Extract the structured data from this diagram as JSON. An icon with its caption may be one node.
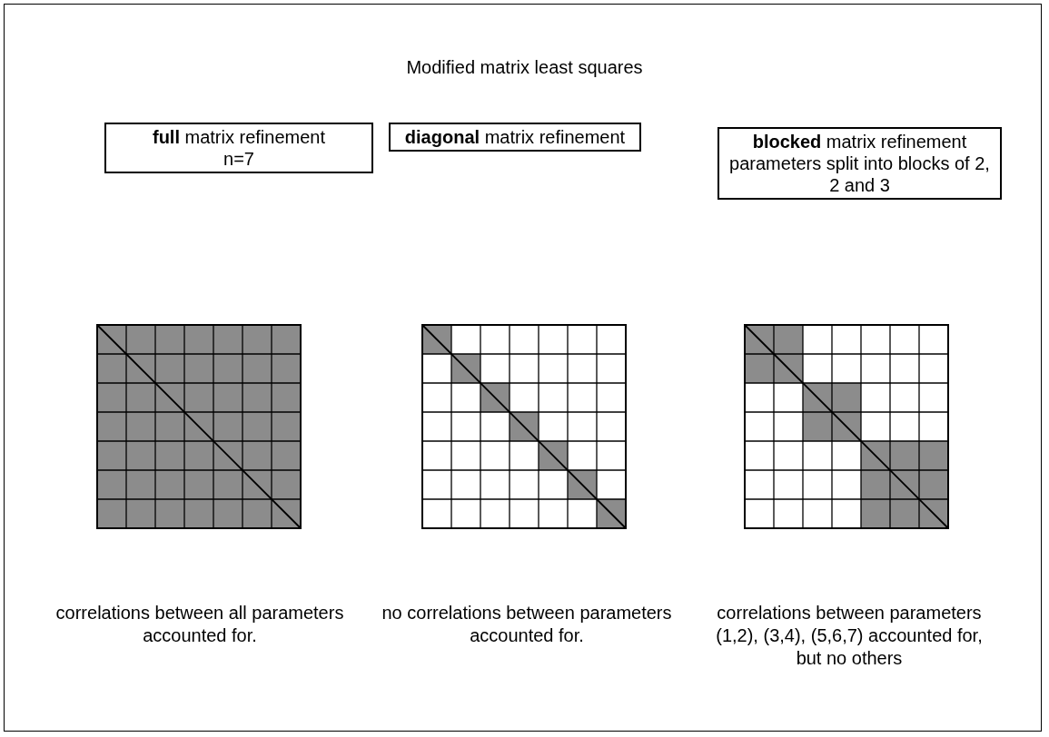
{
  "diagram": {
    "title": "Modified matrix least squares",
    "nodes": [
      {
        "text": [
          "**full** matrix refinement",
          "n=7"
        ]
      },
      {
        "text": [
          "**diagonal** matrix refinement"
        ]
      },
      {
        "text": [
          "**blocked** matrix refinement",
          "parameters split into blocks of 2, 2 and 3"
        ]
      }
    ],
    "edges": [],
    "labels": [
      "correlations between all parameters accounted for.",
      "no correlations between parameters accounted for.",
      "correlations between parameters (1,2), (3,4), (5,6,7) accounted for, but no others"
    ]
  }
}
